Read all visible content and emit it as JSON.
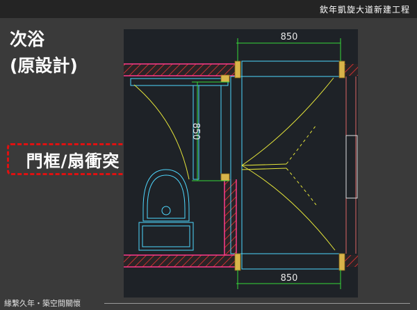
{
  "header": {
    "project_title": "欽年凱旋大道新建工程"
  },
  "slide": {
    "title_line1": "次浴",
    "title_line2": "(原設計)"
  },
  "callout": {
    "text": "門框/扇衝突",
    "color": "#e01010"
  },
  "drawing": {
    "dim_top": "850",
    "dim_side": "850",
    "dim_bottom": "850",
    "colors": {
      "background": "#1e2227",
      "wall_hatch": "#c83030",
      "wall_line": "#ff3b8b",
      "frame": "#4fd8ff",
      "door_swing": "#e6e63a",
      "dimension": "#36d93a"
    }
  },
  "footer": {
    "text": "緣繫久年・築空間關懷"
  }
}
